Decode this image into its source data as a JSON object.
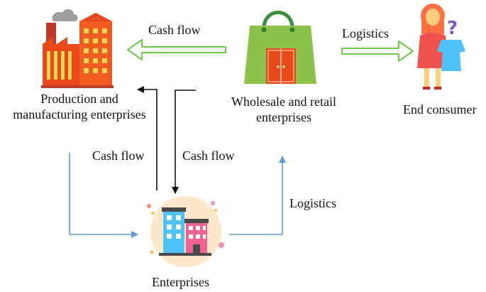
{
  "nodes": {
    "production": {
      "label_line1": "Production and",
      "label_line2": "manufacturing enterprises",
      "icon": "factory-icon"
    },
    "wholesale": {
      "label_line1": "Wholesale and retail",
      "label_line2": "enterprises",
      "icon": "shopping-bag-icon"
    },
    "consumer": {
      "label": "End consumer",
      "icon": "consumer-icon"
    },
    "enterprises": {
      "label": "Enterprises",
      "icon": "office-building-icon"
    }
  },
  "edges": {
    "cash_flow_top": "Cash flow",
    "logistics_top": "Logistics",
    "cash_flow_left": "Cash flow",
    "cash_flow_mid": "Cash flow",
    "logistics_right": "Logistics"
  },
  "colors": {
    "green_arrow": "#6cc94a",
    "blue_arrow": "#5b9bd5",
    "black_arrow": "#111111"
  }
}
